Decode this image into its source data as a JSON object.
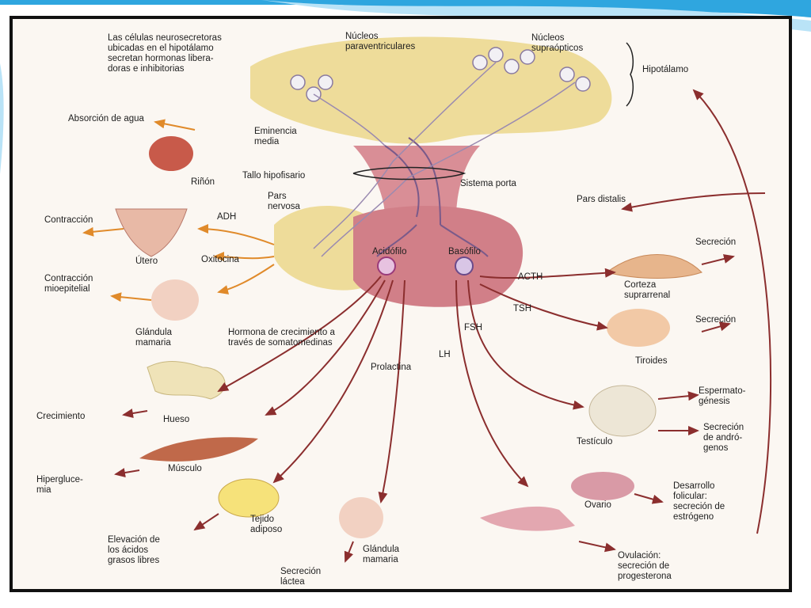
{
  "colors": {
    "slide_blue": "#2fa6df",
    "slide_light": "#b9e3f7",
    "hypothalamus": "#eedc9a",
    "pituitary": "#d17f88",
    "arrow": "#8b2e2e",
    "orange_arrow": "#e08a2a",
    "frame": "#111111"
  },
  "labels": {
    "neurosecretory": "Las células neurosecretoras\nubicadas en el hipotálamo\nsecretan hormonas libera-\ndoras e inhibitorias",
    "paraventricular": "Núcleos\nparaventriculares",
    "supraoptic": "Núcleos\nsupraópticos",
    "hypothalamus": "Hipotálamo",
    "water_absorption": "Absorción de agua",
    "median_eminence": "Eminencia\nmedia",
    "kidney": "Riñón",
    "stalk": "Tallo hipofisario",
    "portal_system": "Sistema porta",
    "pars_distalis": "Pars distalis",
    "pars_nervosa": "Pars\nnervosa",
    "adh": "ADH",
    "contraction": "Contracción",
    "uterus": "Útero",
    "oxytocin": "Oxitocina",
    "acidophil": "Acidófilo",
    "basophil": "Basófilo",
    "secretion_1": "Secreción",
    "myoepithelial": "Contracción\nmioepitelial",
    "acth": "ACTH",
    "adrenal_cortex": "Corteza\nsuprarrenal",
    "tsh": "TSH",
    "secretion_2": "Secreción",
    "mammary_gland_1": "Glándula\nmamaria",
    "growth_hormone": "Hormona de crecimiento a\ntravés de somatomedinas",
    "fsh": "FSH",
    "thyroid": "Tiroides",
    "lh": "LH",
    "prolactin": "Prolactina",
    "bone": "Hueso",
    "spermatogenesis": "Espermato-\ngénesis",
    "growth": "Crecimiento",
    "testis": "Testículo",
    "androgen_secretion": "Secreción\nde andró-\ngenos",
    "muscle": "Músculo",
    "hyperglycemia": "Hipergluce-\nmia",
    "follicular": "Desarrollo\nfolicular:\nsecreción de\nestrógeno",
    "ovary": "Ovario",
    "adipose": "Tejido\nadiposo",
    "fatty_acids": "Elevación de\nlos ácidos\ngrasos libres",
    "mammary_gland_2": "Glándula\nmamaria",
    "ovulation": "Ovulación:\nsecreción de\nprogesterona",
    "milk": "Secreción\nláctea"
  }
}
